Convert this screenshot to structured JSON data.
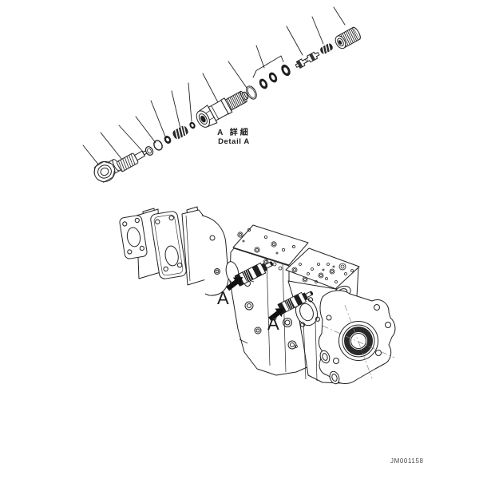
{
  "colors": {
    "background": "#ffffff",
    "line": "#222222",
    "dark_fill": "#1f1f1f",
    "footer_text": "#4a4a4a"
  },
  "detail_view": {
    "title_jp": "A 詳細",
    "title_en": "Detail A",
    "part_glyphs": [
      "hex-socket-plug",
      "adjusting-screw-spring",
      "washer",
      "o-ring",
      "seat-washer",
      "spring",
      "retainer-ring",
      "valve-sleeve",
      "o-ring-large",
      "seal-ring-set",
      "valve-spool",
      "spring-small",
      "threaded-plug"
    ]
  },
  "assembly": {
    "view": "hydraulic-pump-assembly",
    "callout_1": "A",
    "callout_2": "A"
  },
  "footer": {
    "drawing_number": "JM001158"
  }
}
